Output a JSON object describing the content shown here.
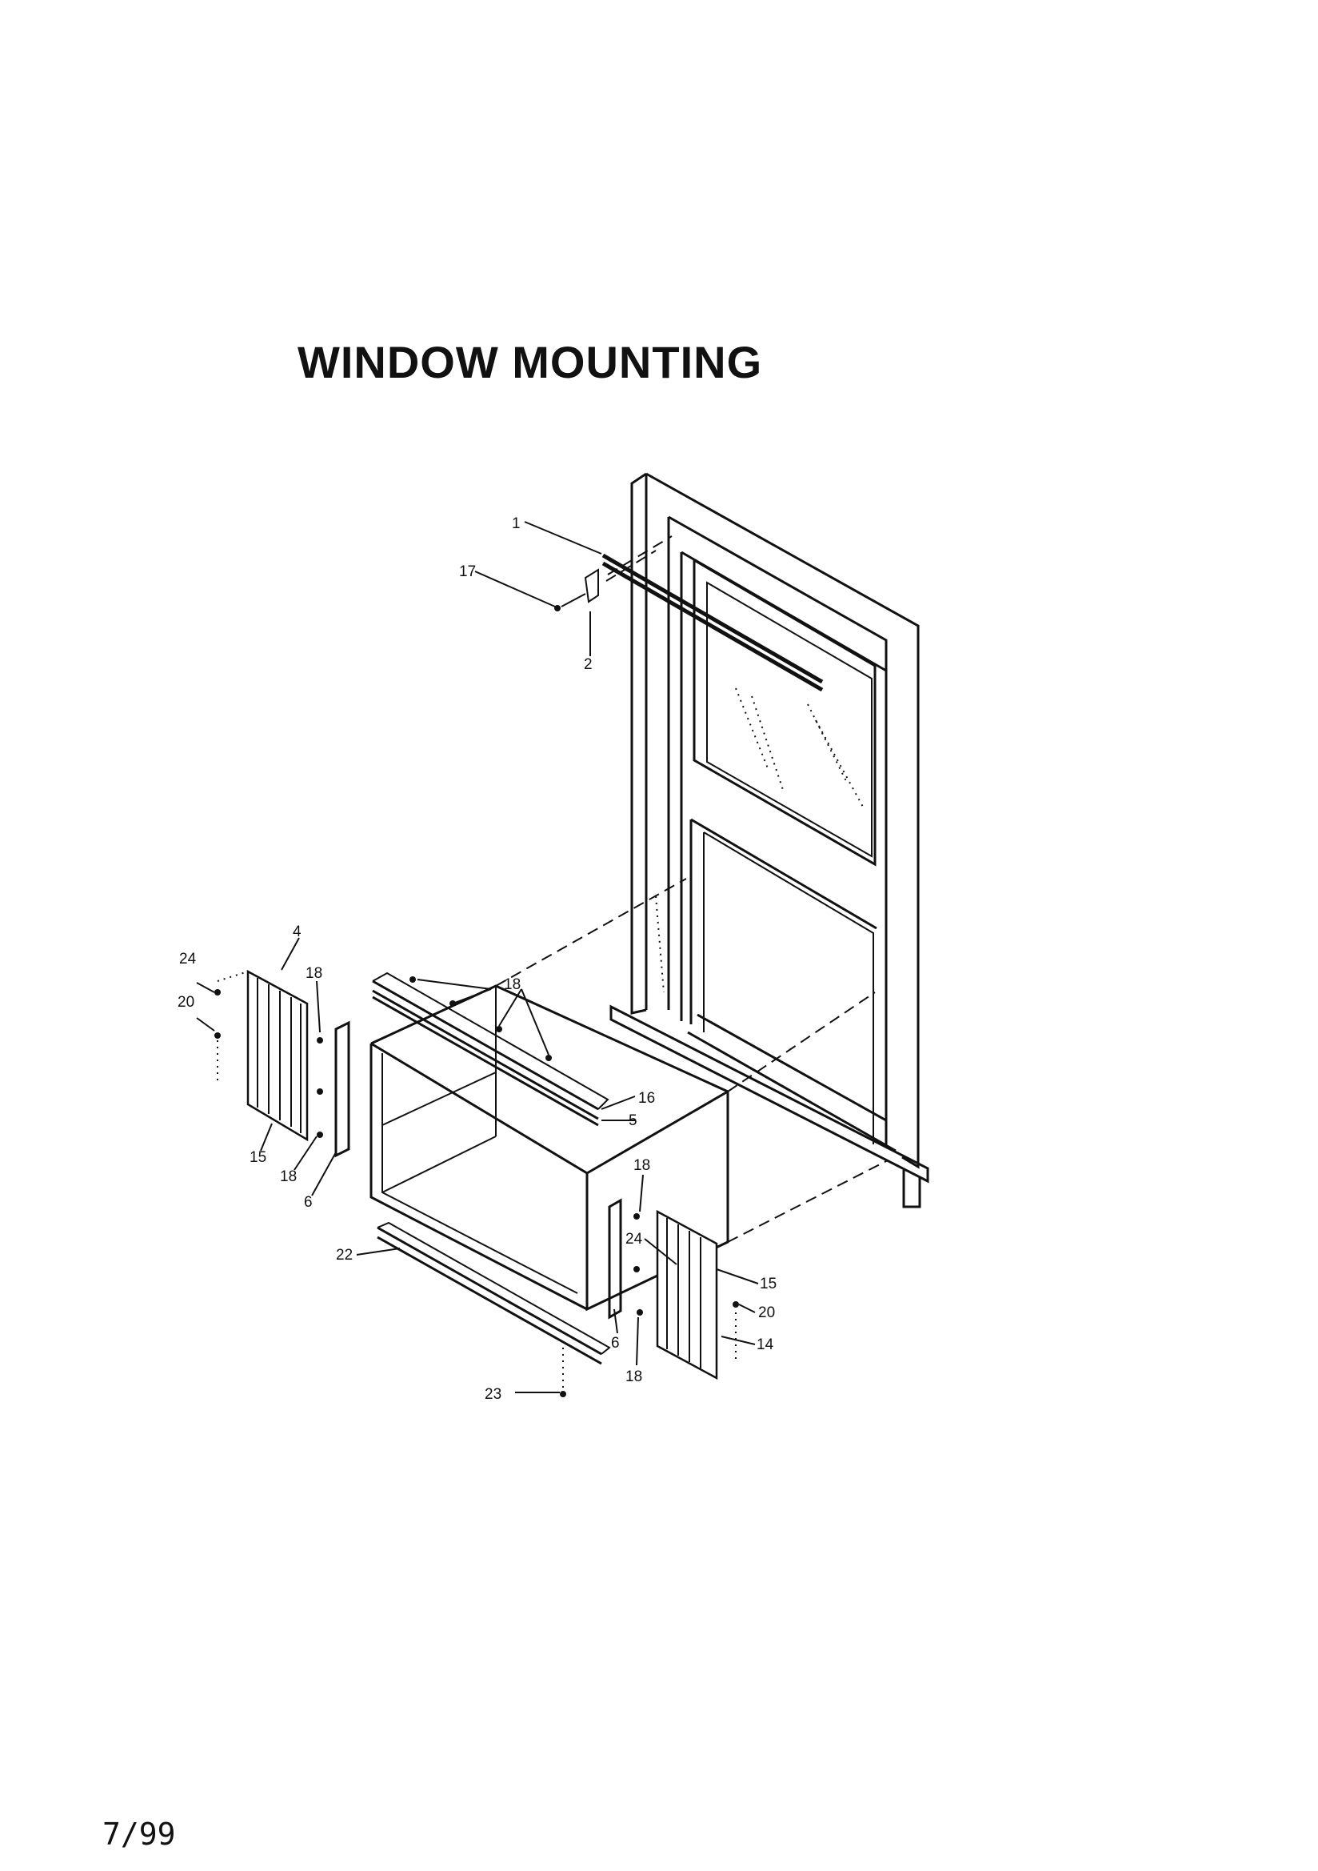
{
  "title": "WINDOW MOUNTING",
  "footer_date": "7/99",
  "callouts": [
    "1",
    "17",
    "2",
    "4",
    "24",
    "20",
    "18",
    "18",
    "15",
    "18",
    "6",
    "16",
    "5",
    "22",
    "23",
    "18",
    "24",
    "6",
    "18",
    "15",
    "20",
    "14"
  ]
}
